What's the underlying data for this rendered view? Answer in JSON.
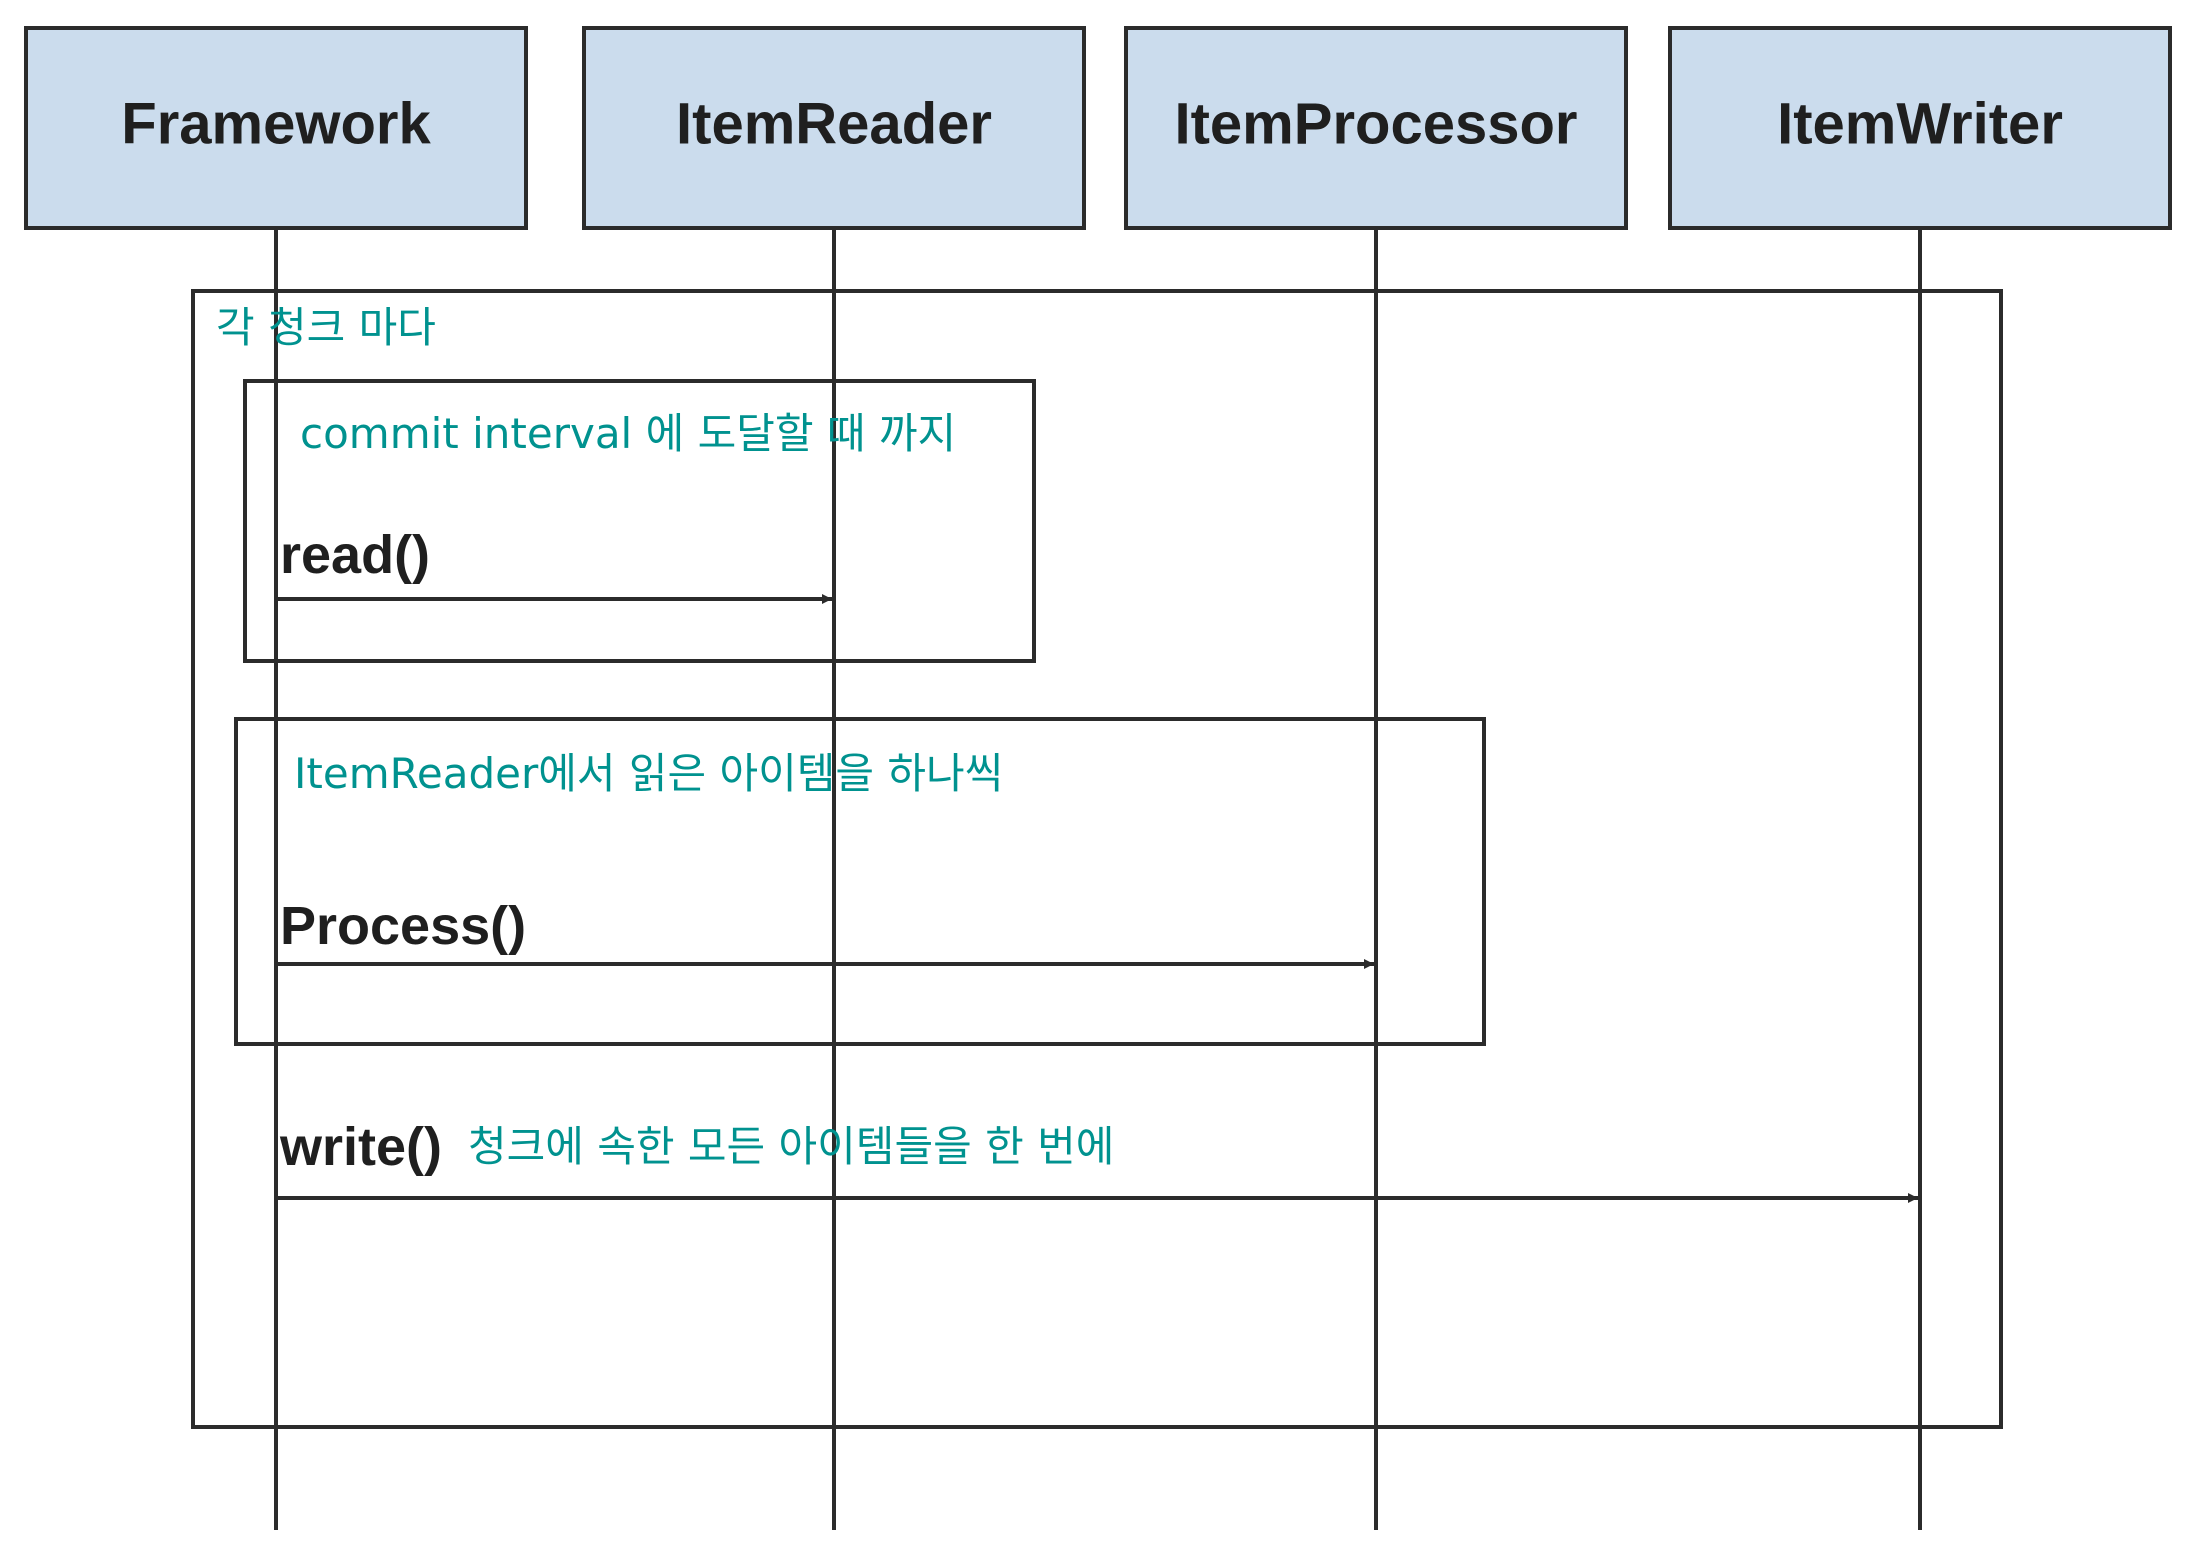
{
  "participants": [
    {
      "id": "framework",
      "label": "Framework"
    },
    {
      "id": "reader",
      "label": "ItemReader"
    },
    {
      "id": "processor",
      "label": "ItemProcessor"
    },
    {
      "id": "writer",
      "label": "ItemWriter"
    }
  ],
  "frames": {
    "outer_label": "각 청크 마다",
    "read_loop_label": "commit interval 에 도달할 때 까지",
    "process_loop_label": "ItemReader에서 읽은 아이템을 하나씩"
  },
  "messages": {
    "read": "read()",
    "process": "Process()",
    "write": "write()",
    "write_note": "청크에 속한 모든 아이템들을 한 번에"
  },
  "colors": {
    "participant_fill": "#cbdced",
    "line": "#2b2b2b",
    "note_text": "#00928f"
  }
}
